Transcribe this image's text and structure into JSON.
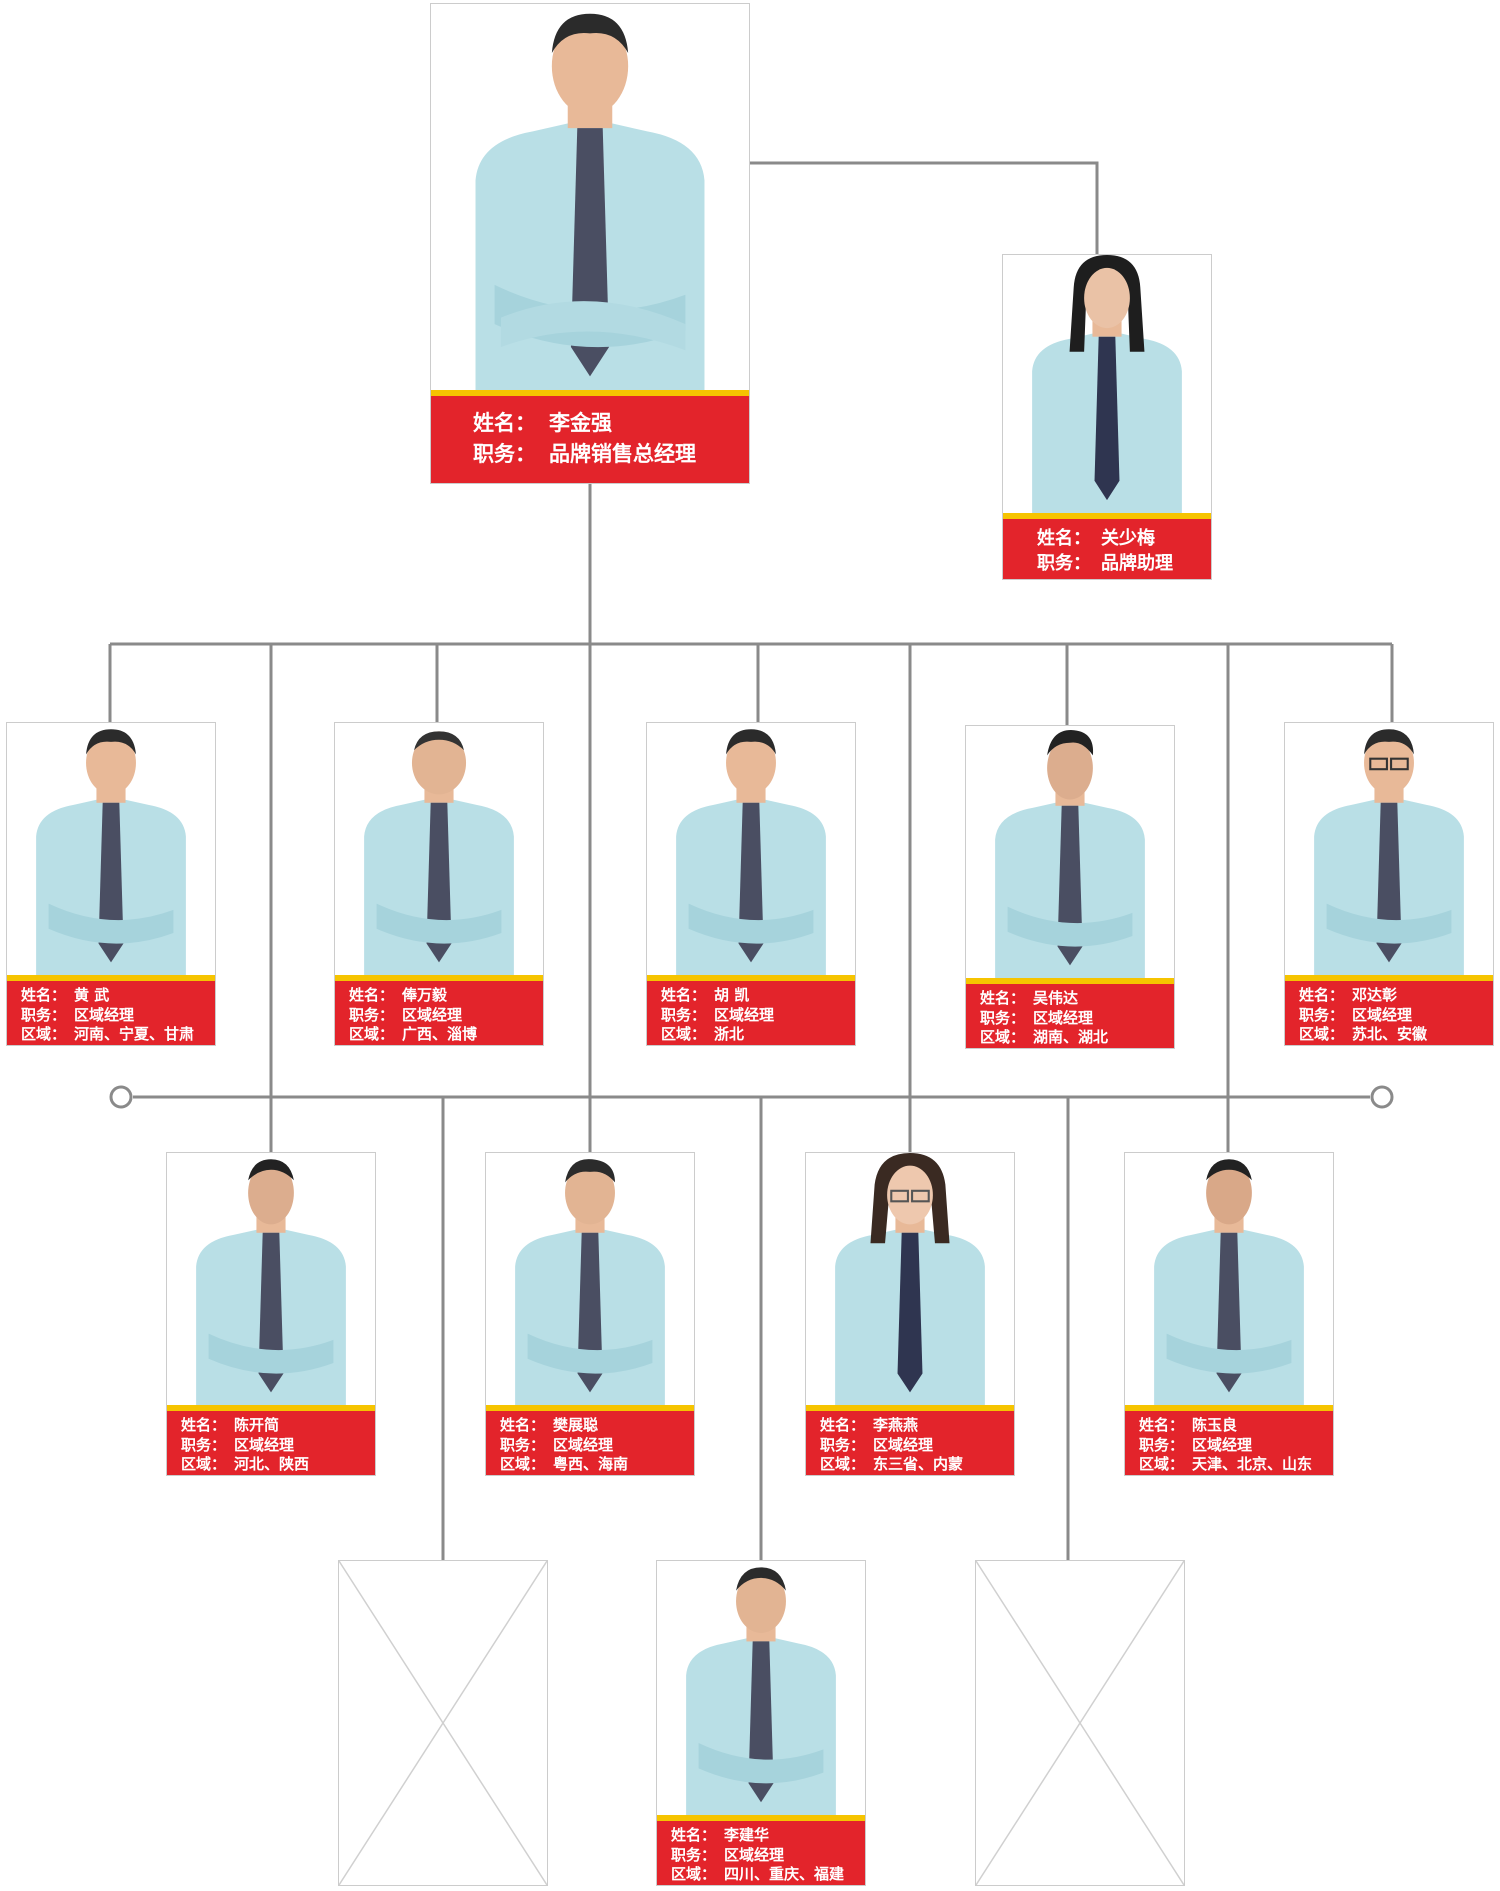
{
  "labels": {
    "name": "姓名：",
    "title": "职务：",
    "region": "区域："
  },
  "colors": {
    "banner": "#e3242b",
    "stripe": "#f6c400",
    "line": "#8a8a8a",
    "shirt": "#b9dfe6",
    "tie": "#4a4e62"
  },
  "director": {
    "name": "李金强",
    "title": "品牌销售总经理"
  },
  "assistant": {
    "name": "关少梅",
    "title": "品牌助理"
  },
  "managers_row1": [
    {
      "name": "黄 武",
      "title": "区域经理",
      "region": "河南、宁夏、甘肃"
    },
    {
      "name": "俸万毅",
      "title": "区域经理",
      "region": "广西、淄博"
    },
    {
      "name": "胡 凯",
      "title": "区域经理",
      "region": "浙北"
    },
    {
      "name": "吴伟达",
      "title": "区域经理",
      "region": "湖南、湖北"
    },
    {
      "name": "邓达彰",
      "title": "区域经理",
      "region": "苏北、安徽"
    }
  ],
  "managers_row2": [
    {
      "name": "陈开简",
      "title": "区域经理",
      "region": "河北、陕西"
    },
    {
      "name": "樊展聪",
      "title": "区域经理",
      "region": "粤西、海南"
    },
    {
      "name": "李燕燕",
      "title": "区域经理",
      "region": "东三省、内蒙"
    },
    {
      "name": "陈玉良",
      "title": "区域经理",
      "region": "天津、北京、山东"
    }
  ],
  "managers_row3": [
    {
      "name": "李建华",
      "title": "区域经理",
      "region": "四川、重庆、福建"
    }
  ],
  "icons": {
    "portrait": "person-portrait-icon",
    "empty": "empty-photo-placeholder-icon"
  }
}
